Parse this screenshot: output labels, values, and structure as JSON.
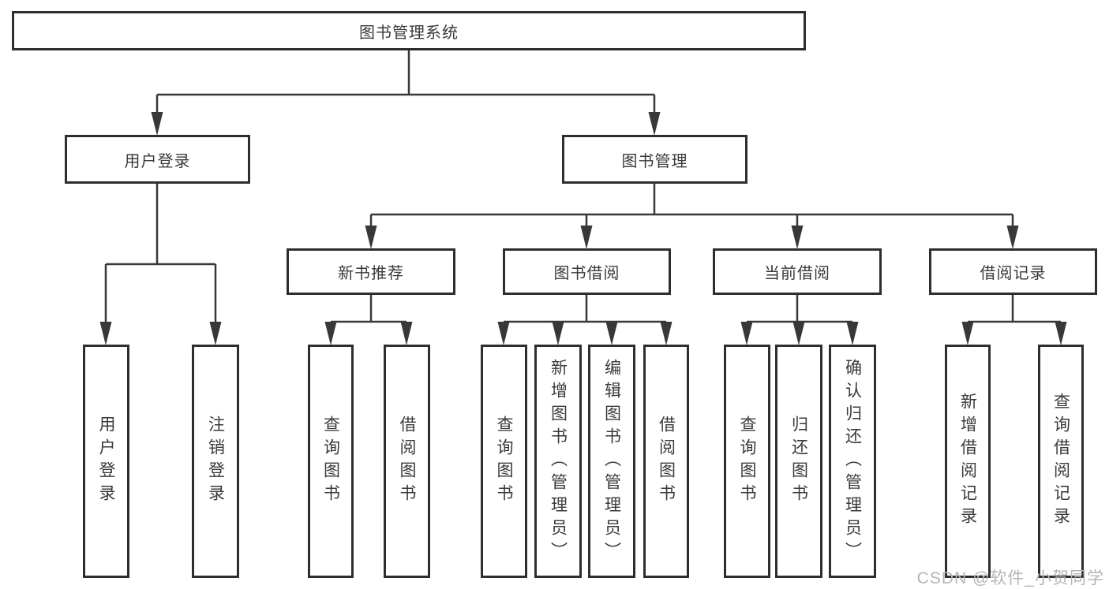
{
  "diagram": {
    "root": {
      "label": "图书管理系统"
    },
    "branches": [
      {
        "label": "用户登录",
        "children": [
          {
            "label": "用户登录"
          },
          {
            "label": "注销登录"
          }
        ]
      },
      {
        "label": "图书管理",
        "children": [
          {
            "label": "新书推荐",
            "children": [
              {
                "label": "查询图书"
              },
              {
                "label": "借阅图书"
              }
            ]
          },
          {
            "label": "图书借阅",
            "children": [
              {
                "label": "查询图书"
              },
              {
                "label": "新增图书（管理员）"
              },
              {
                "label": "编辑图书（管理员）"
              },
              {
                "label": "借阅图书"
              }
            ]
          },
          {
            "label": "当前借阅",
            "children": [
              {
                "label": "查询图书"
              },
              {
                "label": "归还图书"
              },
              {
                "label": "确认归还（管理员）"
              }
            ]
          },
          {
            "label": "借阅记录",
            "children": [
              {
                "label": "新增借阅记录"
              },
              {
                "label": "查询借阅记录"
              }
            ]
          }
        ]
      }
    ]
  },
  "watermark": {
    "text": "CSDN @软件_小贺同学"
  },
  "colors": {
    "background": "#ffffff",
    "box_border": "#2e2e2e",
    "connector_line": "#383838",
    "text": "#3a3a3a",
    "watermark": "#b5b5b5"
  }
}
